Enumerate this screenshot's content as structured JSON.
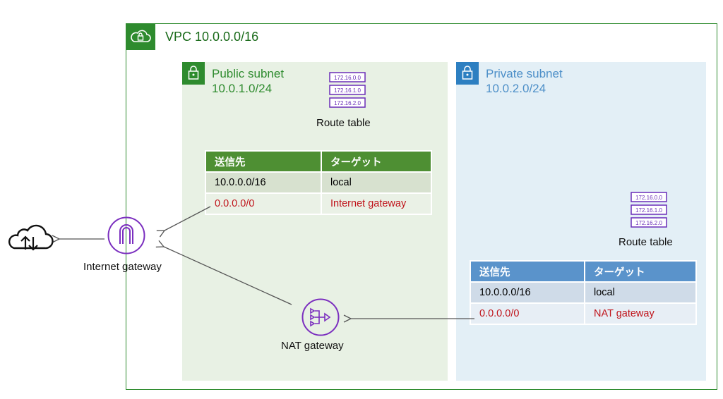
{
  "vpc": {
    "title": "VPC 10.0.0.0/16",
    "icon": "cloud-lock-icon",
    "color": "#2e8b2e"
  },
  "public_subnet": {
    "title_line1": "Public subnet",
    "title_line2": "10.0.1.0/24",
    "icon": "lock-icon",
    "color": "#2e8b2e",
    "route_table_icon": [
      "172.16.0.0",
      "172.16.1.0",
      "172.16.2.0"
    ],
    "route_table_label": "Route table",
    "table": {
      "headers": [
        "送信先",
        "ターゲット"
      ],
      "rows": [
        {
          "destination": "10.0.0.0/16",
          "target": "local"
        },
        {
          "destination": "0.0.0.0/0",
          "target": "Internet gateway"
        }
      ]
    }
  },
  "private_subnet": {
    "title_line1": "Private subnet",
    "title_line2": "10.0.2.0/24",
    "icon": "lock-icon",
    "color": "#2d7fc1",
    "route_table_icon": [
      "172.16.0.0",
      "172.16.1.0",
      "172.16.2.0"
    ],
    "route_table_label": "Route table",
    "table": {
      "headers": [
        "送信先",
        "ターゲット"
      ],
      "rows": [
        {
          "destination": "10.0.0.0/16",
          "target": "local"
        },
        {
          "destination": "0.0.0.0/0",
          "target": "NAT gateway"
        }
      ]
    }
  },
  "internet_gateway": {
    "label": "Internet gateway",
    "icon": "internet-gateway-icon",
    "color": "#7b2fbf"
  },
  "nat_gateway": {
    "label": "NAT gateway",
    "icon": "nat-gateway-icon",
    "color": "#7b2fbf"
  },
  "internet": {
    "icon": "cloud-upload-download-icon"
  }
}
